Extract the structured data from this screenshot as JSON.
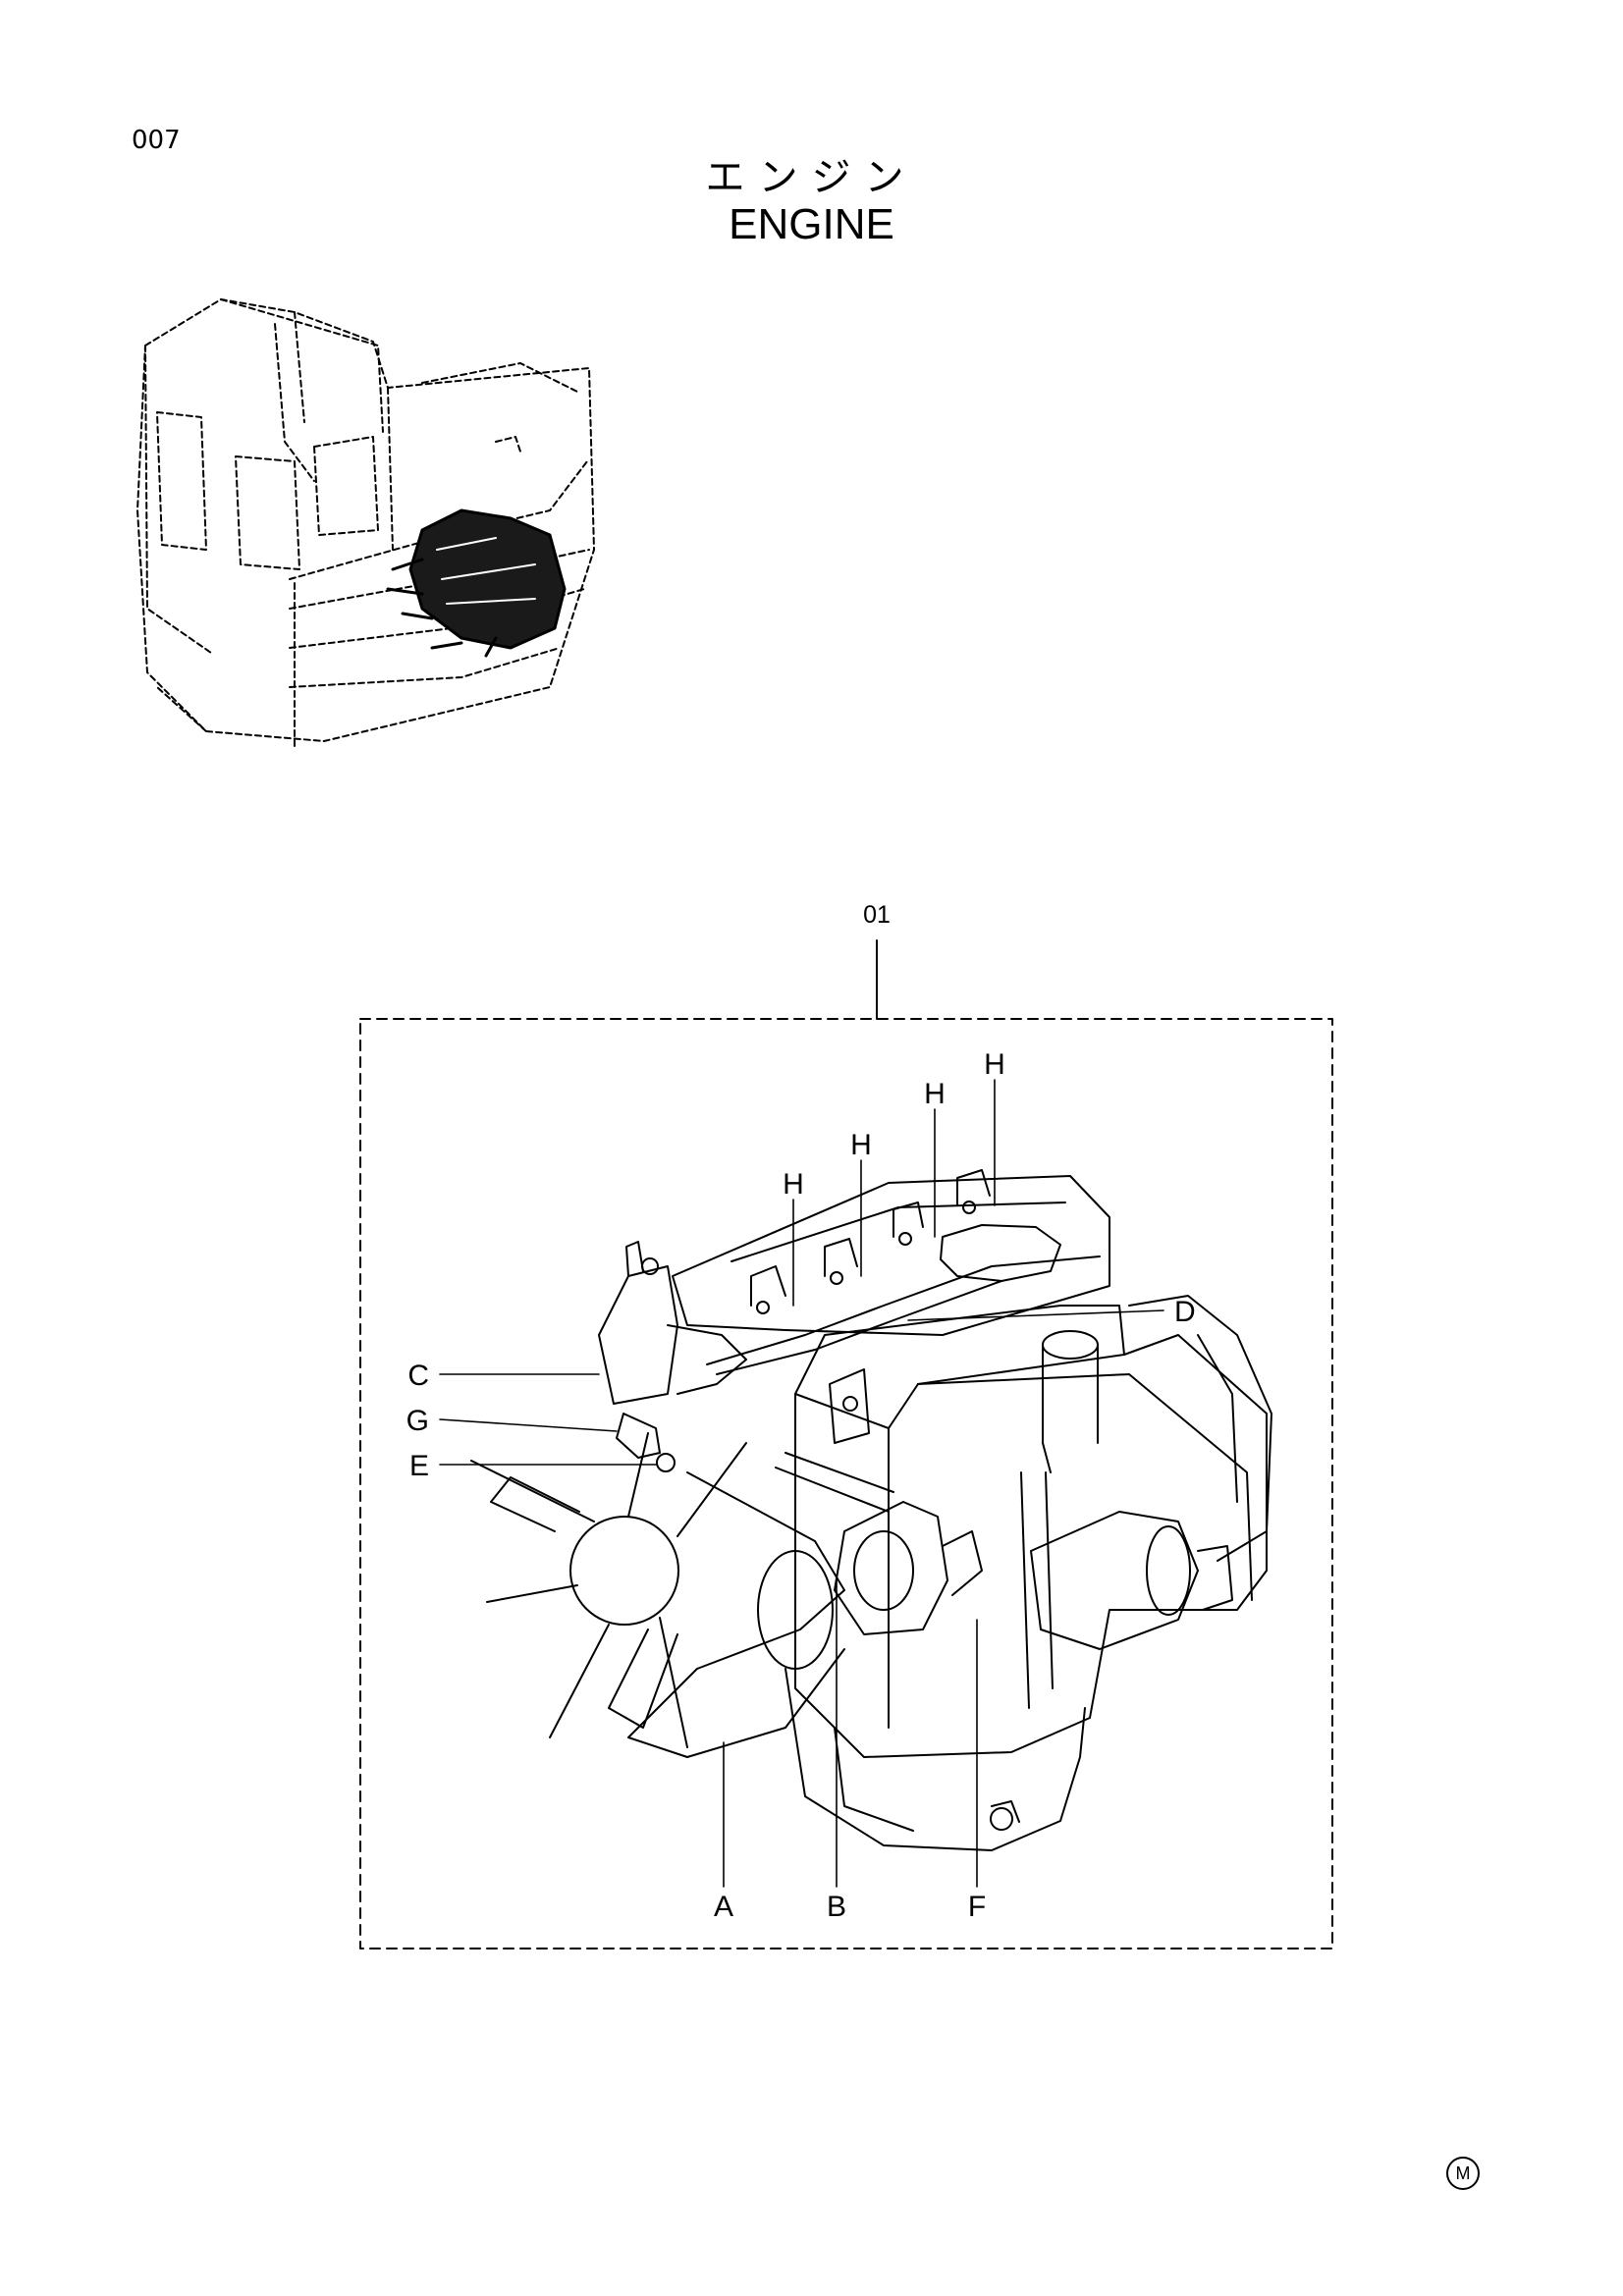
{
  "page_number": "007",
  "title_jp": "エンジン",
  "title_en": "ENGINE",
  "assembly_ref": "01",
  "callouts": {
    "A": "A",
    "B": "B",
    "C": "C",
    "D": "D",
    "E": "E",
    "F": "F",
    "G": "G",
    "H": "H"
  },
  "mark": "M"
}
